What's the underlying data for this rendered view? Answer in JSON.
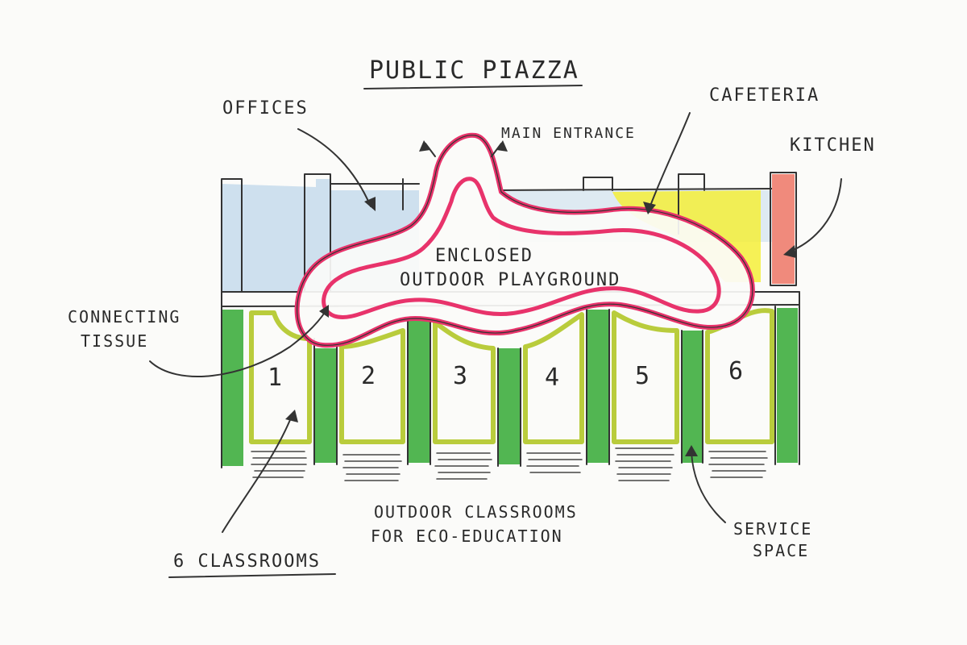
{
  "title": "PUBLIC PIAZZA",
  "labels": {
    "offices": "OFFICES",
    "main_entrance": "MAIN ENTRANCE",
    "cafeteria": "CAFETERIA",
    "kitchen": "KITCHEN",
    "playground_line1": "ENCLOSED",
    "playground_line2": "OUTDOOR PLAYGROUND",
    "connecting_line1": "CONNECTING",
    "connecting_line2": "TISSUE",
    "outdoor_line1": "OUTDOOR CLASSROOMS",
    "outdoor_line2": "FOR ECO-EDUCATION",
    "service_line1": "SERVICE",
    "service_line2": "SPACE",
    "classrooms": "6 CLASSROOMS"
  },
  "classroom_numbers": [
    "1",
    "2",
    "3",
    "4",
    "5",
    "6"
  ],
  "colors": {
    "offices": "#a9cbe6",
    "cafeteria": "#f5ee3a",
    "kitchen": "#f08a7c",
    "playground_outline": "#e8336b",
    "classroom_outline": "#b9cc3c",
    "corridor_green": "#3fae3f",
    "ink": "#333333"
  }
}
